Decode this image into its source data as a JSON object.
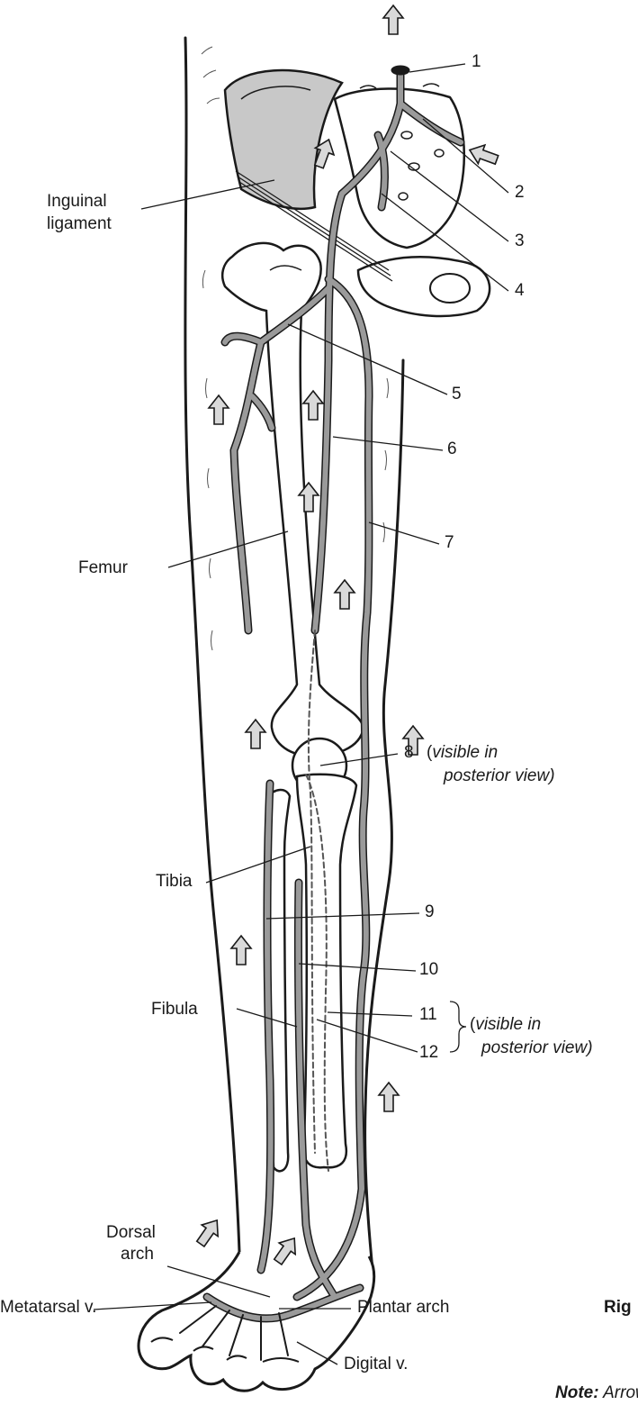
{
  "callout_numbers": {
    "n1": "1",
    "n2": "2",
    "n3": "3",
    "n4": "4",
    "n5": "5",
    "n6": "6",
    "n7": "7",
    "n8": "8",
    "n9": "9",
    "n10": "10",
    "n11": "11",
    "n12": "12"
  },
  "named_labels": {
    "inguinal_line1": "Inguinal",
    "inguinal_line2": "ligament",
    "femur": "Femur",
    "tibia": "Tibia",
    "fibula": "Fibula",
    "dorsal_line1": "Dorsal",
    "dorsal_line2": "arch",
    "metatarsal": "Metatarsal v.",
    "plantar": "Plantar arch",
    "digital": "Digital v."
  },
  "notes": {
    "posterior_8_open": "(",
    "posterior_8_italic1": "visible in",
    "posterior_8_italic2": "posterior view)",
    "posterior_11_open": "(",
    "posterior_11_italic1": "visible in",
    "posterior_11_italic2": "posterior view)"
  },
  "cut_text": {
    "right_fragment": "Rig",
    "note_fragment_bold": "Note:",
    "note_fragment_rest": " Arrows"
  },
  "colors": {
    "vein_fill": "#9a9a9a",
    "vein_outline": "#1a1a1a",
    "bone_shade": "#cfcfcf",
    "arrow_fill": "#d9d9d9"
  }
}
